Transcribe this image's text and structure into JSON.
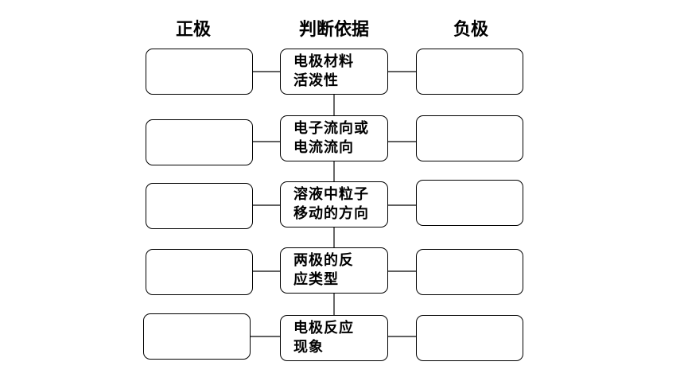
{
  "headers": {
    "positive": "正极",
    "basis": "判断依据",
    "negative": "负极"
  },
  "rows": [
    {
      "line1": "电极材料",
      "line2": "活泼性",
      "positive": "",
      "negative": ""
    },
    {
      "line1": "电子流向或",
      "line2": "电流流向",
      "positive": "",
      "negative": ""
    },
    {
      "line1": "溶液中粒子",
      "line2": "移动的方向",
      "positive": "",
      "negative": ""
    },
    {
      "line1": "两极的反",
      "line2": "应类型",
      "positive": "",
      "negative": ""
    },
    {
      "line1": "电极反应",
      "line2": "现象",
      "positive": "",
      "negative": ""
    }
  ]
}
